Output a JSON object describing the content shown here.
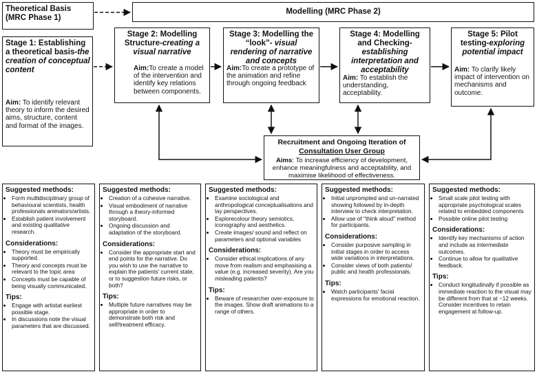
{
  "theory_box": {
    "title": "Theoretical Basis (MRC Phase 1)"
  },
  "modelling_banner": {
    "title": "Modelling (MRC Phase 2)"
  },
  "stage1": {
    "title_bold": "Stage 1:  Establishing a theoretical basis-",
    "title_italic": "the creation of conceptual content",
    "aim_label": "Aim:",
    "aim_text": " To identify relevant theory to inform the desired aims, structure, content and format of the images."
  },
  "stage2": {
    "title_bold": "Stage 2:  Modelling Structure-",
    "title_italic": "creating a visual narrative",
    "aim_label": "Aim:",
    "aim_text": "To create a model of the intervention and identify key relations between components."
  },
  "stage3": {
    "title_bold": "Stage 3:  Modelling the “look”- ",
    "title_italic": "visual rendering of narrative and concepts",
    "aim_label": "Aim:",
    "aim_text": "To create a prototype of the animation and refine through ongoing feedback"
  },
  "stage4": {
    "title_bold": "Stage 4:  Modelling and Checking-",
    "title_italic": "establishing interpretation and acceptability",
    "aim_label": "Aim:",
    "aim_text": " To establish the understanding, acceptability."
  },
  "stage5": {
    "title_bold": "Stage 5:  Pilot testing-",
    "title_italic": "exploring potential impact",
    "aim_label": "Aim:",
    "aim_text": " To clarify likely impact of intervention on mechanisms and outcome."
  },
  "recruitment": {
    "title": "Recruitment and Ongoing Iteration of",
    "subtitle": "Consultation User Group",
    "aims_label": "Aims",
    "aims_text": ": To increase efficiency of development, enhance meaningfulness and acceptability, and maximise likelihood of effectiveness."
  },
  "labels": {
    "methods": "Suggested methods:",
    "considerations": "Considerations:",
    "tips": "Tips:"
  },
  "col1": {
    "methods": [
      "Form multidisciplinary group of behavioural scientists, health professionals animators/artists.",
      "Establish patient involvement and existing qualitative research."
    ],
    "considerations": [
      "Theory must be empirically supported.",
      "Theory and concepts must be relevant to the topic area",
      "Concepts must be capable of being visually communicated."
    ],
    "tips": [
      "Engage with artistat earliest possible stage.",
      "In discussions note the visual parameters that are discussed."
    ]
  },
  "col2": {
    "methods": [
      "Creation of a cohesive narrative.",
      "Visual embodiment of narrative through a theory-informed storyboard.",
      "Ongoing discussion and adaptation of the storyboard."
    ],
    "considerations": [
      "Consider the appropriate start and end points for the narrative. Do you wish to use the narrative to explain the patients' current state, or to suggestion future risks, or both?"
    ],
    "tips": [
      "Multiple future narratives may be appropriate in order to demonstrate both risk and self/treatment efficacy."
    ]
  },
  "col3": {
    "methods": [
      "Examine sociological and anthropological conceptualisations and lay perspectives.",
      "Explorecolour theory semiotics, iconography and aesthetics.",
      "Create images/ sound and reflect on parameters and optional variables"
    ],
    "considerations": [
      "Consider ethical implications of any move from realism and emphasising a value (e.g. increased severity). Are you misleading patients?"
    ],
    "tips": [
      "Beware of researcher over-exposure to the images. Show draft animations to a range of others."
    ]
  },
  "col4": {
    "methods": [
      "Initial unprompted and un-narrated showing followed by in-depth interview to check interpretation.",
      "Allow use of \"think aloud\" method for participants."
    ],
    "considerations": [
      "Consider purposive sampling in initial stages in order to access wide variations in interpretations.",
      "Consider views of both patients/ public and health professionals."
    ],
    "tips": [
      "Watch participants' facial expressions for emotional reaction."
    ]
  },
  "col5": {
    "methods": [
      "Small scale pilot testing with appropriate psychological scales related to embedded components",
      "Possible online pilot testing"
    ],
    "considerations": [
      "Identify key mechanisms of action and include as intermediate outcomes.",
      "Continue to allow for qualitative feedback."
    ],
    "tips": [
      "Conduct longitudinally if possible as immediate reaction to the visual may be different from that at ~12 weeks. Consider incentives to retain engagement at follow-up."
    ]
  }
}
